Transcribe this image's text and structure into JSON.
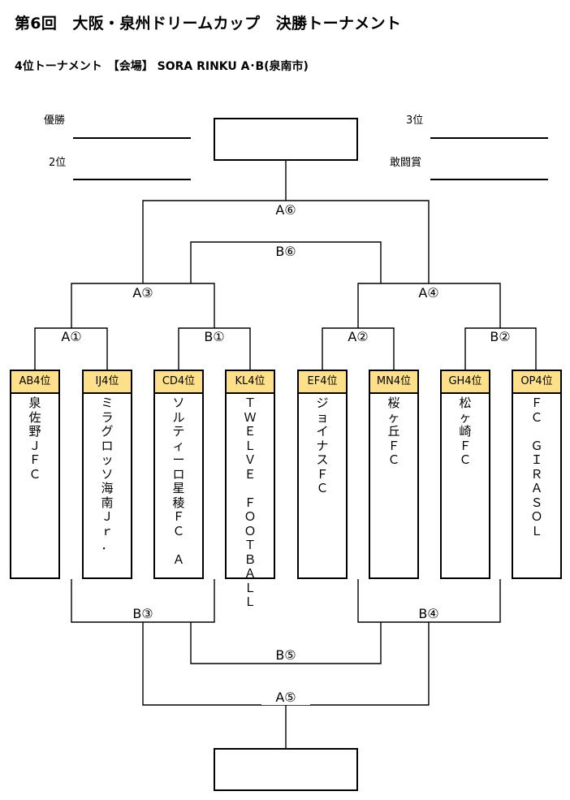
{
  "title": "第6回　大阪・泉州ドリームカップ　決勝トーナメント",
  "subtitle": "4位トーナメント　【会場】 SORA RINKU A･B(泉南市)",
  "results": {
    "champion": "優勝",
    "runner_up": "2位",
    "third": "3位",
    "fighting_spirit": "敢闘賞"
  },
  "matches": {
    "a1": "A①",
    "b1": "B①",
    "a2": "A②",
    "b2": "B②",
    "a3": "A③",
    "a4": "A④",
    "b6": "B⑥",
    "a6": "A⑥",
    "b3": "B③",
    "b4": "B④",
    "b5": "B⑤",
    "a5": "A⑤"
  },
  "teams": [
    {
      "slot": "AB4位",
      "name": "泉\n佐\n野\nＪ\nＦ\nＣ"
    },
    {
      "slot": "IJ4位",
      "name": "ミ\nラ\nグ\nロ\nッ\nソ\n海\n南\nＪ\nｒ\n．"
    },
    {
      "slot": "CD4位",
      "name": "ソ\nル\nテ\nィ\nー\nロ\n星\n稜\nＦ\nＣ\n\nＡ"
    },
    {
      "slot": "KL4位",
      "name": "Ｔ\nＷ\nＥ\nＬ\nＶ\nＥ\n\nＦ\nＯ\nＯ\nＴ\nＢ\nＡ\nＬ\nＬ"
    },
    {
      "slot": "EF4位",
      "name": "ジ\nョ\nイ\nナ\nス\nＦ\nＣ"
    },
    {
      "slot": "MN4位",
      "name": "桜\nヶ\n丘\nＦ\nＣ"
    },
    {
      "slot": "GH4位",
      "name": "松\nヶ\n崎\nＦ\nＣ"
    },
    {
      "slot": "OP4位",
      "name": "Ｆ\nＣ\n\nＧ\nＩ\nＲ\nＡ\nＳ\nＯ\nＬ"
    }
  ]
}
